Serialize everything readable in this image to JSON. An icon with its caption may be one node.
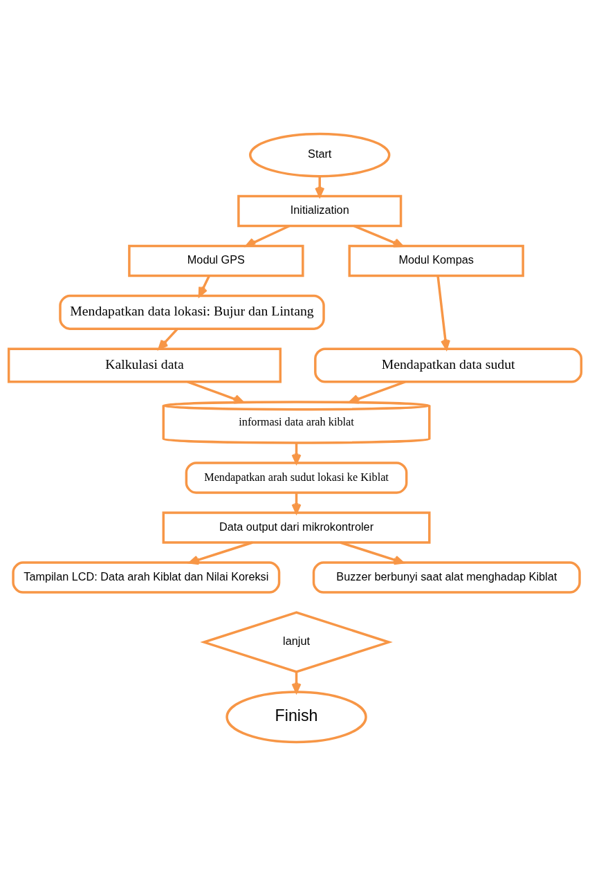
{
  "diagram": {
    "nodes": [
      {
        "text": [
          "Start"
        ]
      },
      {
        "text": [
          "Initialization"
        ]
      },
      {
        "text": [
          "Modul GPS"
        ]
      },
      {
        "text": [
          "Modul Kompas"
        ]
      },
      {
        "text": [
          "Mendapatkan data lokasi: Bujur dan Lintang"
        ]
      },
      {
        "text": [
          "Mendapatkan data sudut"
        ]
      },
      {
        "text": [
          "Kalkulasi data"
        ]
      },
      {
        "text": [
          "informasi data arah kiblat"
        ]
      },
      {
        "text": [
          "Mendapatkan arah sudut lokasi ke Kiblat"
        ]
      },
      {
        "text": [
          "Data output dari mikrokontroler"
        ]
      },
      {
        "text": [
          "Tampilan LCD: Data arah Kiblat dan Nilai Koreksi"
        ]
      },
      {
        "text": [
          "Buzzer berbunyi saat alat menghadap Kiblat"
        ]
      },
      {
        "text": [
          "lanjut"
        ]
      },
      {
        "text": [
          "Finish"
        ]
      }
    ],
    "edges": [
      {
        "from": 0,
        "to": 1,
        "arrow": "to"
      },
      {
        "from": 1,
        "to": 2,
        "arrow": "to"
      },
      {
        "from": 1,
        "to": 3,
        "arrow": "to"
      },
      {
        "from": 2,
        "to": 4,
        "arrow": "to"
      },
      {
        "from": 3,
        "to": 5,
        "arrow": "to"
      },
      {
        "from": 4,
        "to": 6,
        "arrow": "to"
      },
      {
        "from": 6,
        "to": 7,
        "arrow": "to"
      },
      {
        "from": 5,
        "to": 7,
        "arrow": "to"
      },
      {
        "from": 7,
        "to": 8,
        "arrow": "to"
      },
      {
        "from": 8,
        "to": 9,
        "arrow": "to"
      },
      {
        "from": 9,
        "to": 10,
        "arrow": "to"
      },
      {
        "from": 9,
        "to": 11,
        "arrow": "to"
      },
      {
        "from": 12,
        "to": 13,
        "arrow": "to"
      }
    ]
  }
}
